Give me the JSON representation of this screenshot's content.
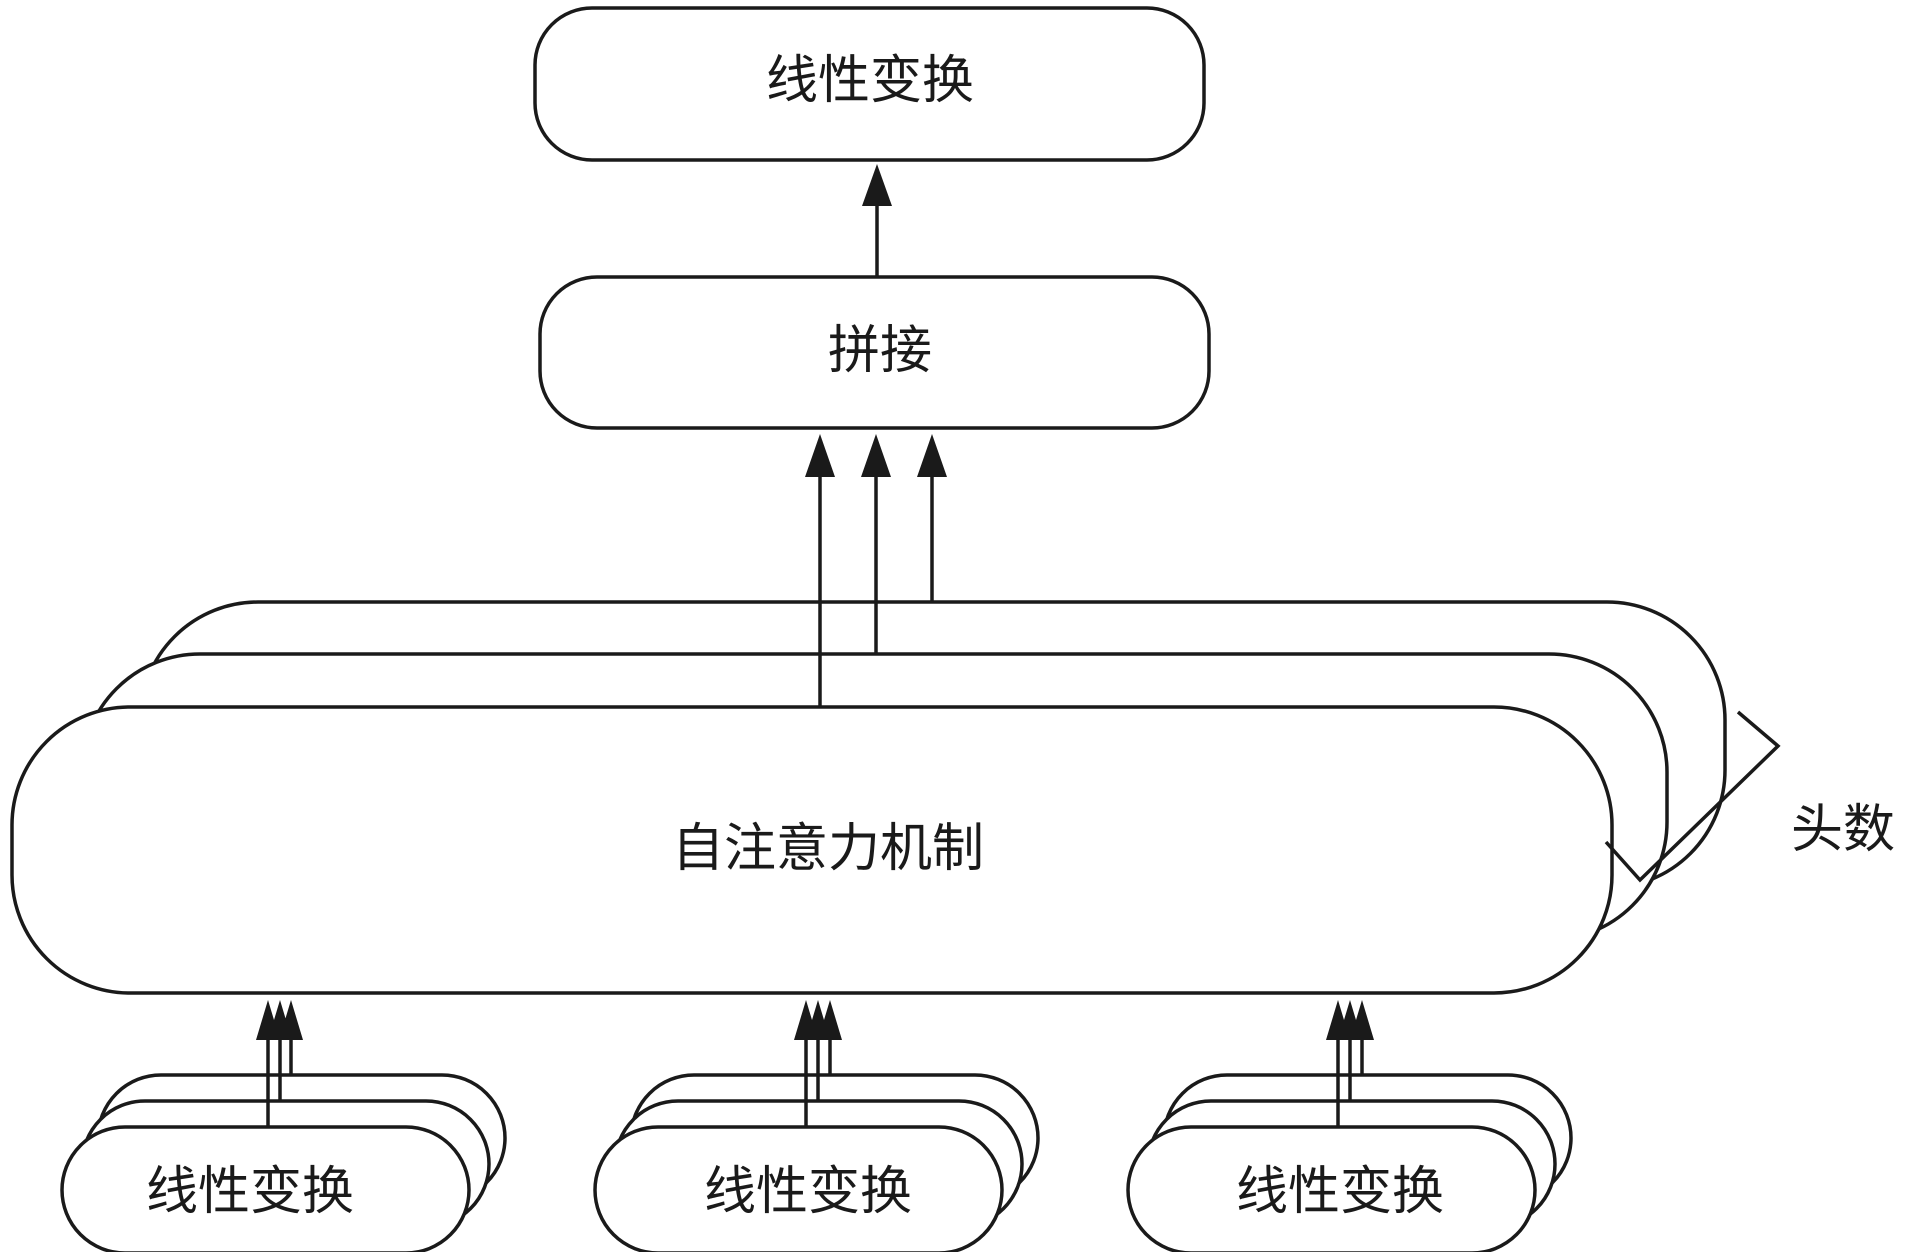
{
  "diagram": {
    "top_linear_label": "线性变换",
    "concat_label": "拼接",
    "attention_label": "自注意力机制",
    "heads_label": "头数",
    "input_linear_labels": [
      "线性变换",
      "线性变换",
      "线性变换"
    ]
  },
  "colors": {
    "stroke": "#1a1a1a",
    "background": "#ffffff"
  }
}
